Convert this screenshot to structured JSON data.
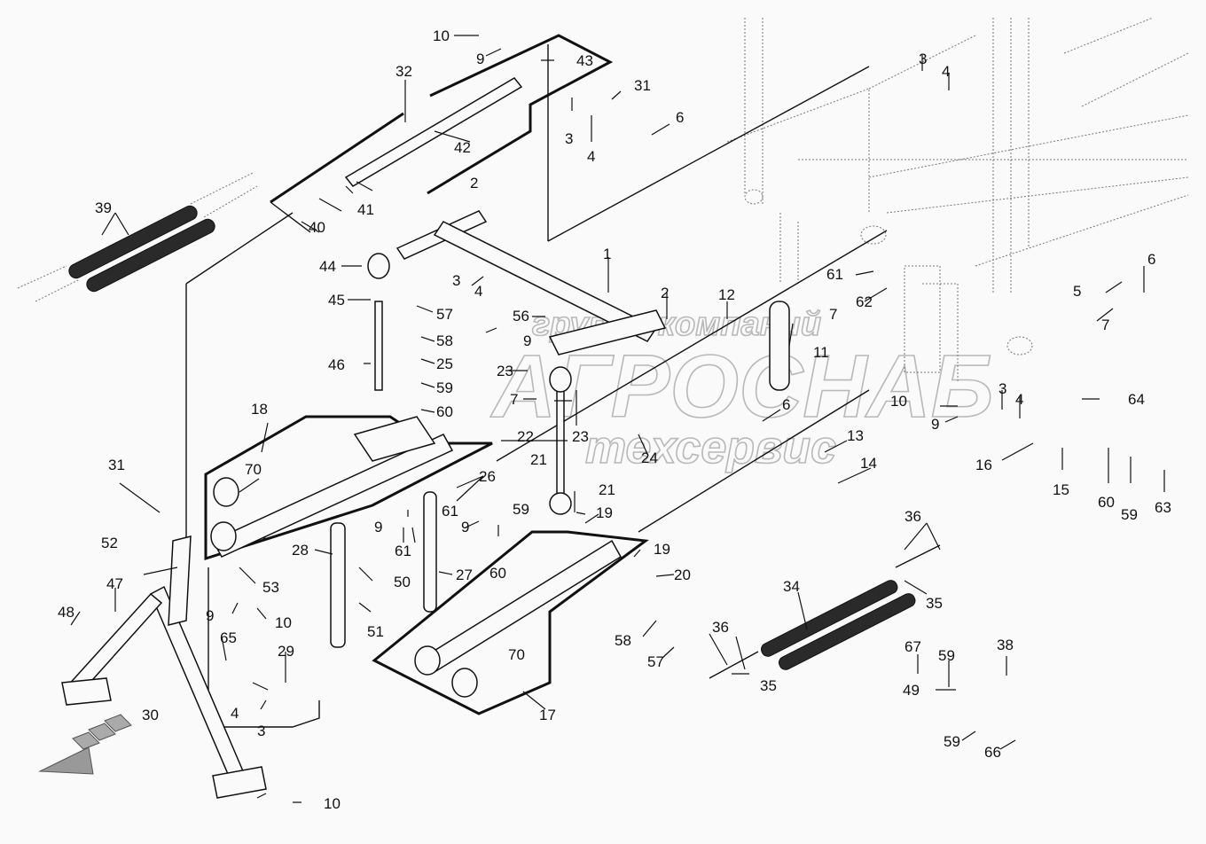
{
  "diagram": {
    "type": "exploded-parts-diagram",
    "subject": "Three-point hitch / lifting linkage assembly",
    "watermark": {
      "line1": "группа компаний",
      "line2": "АГРОСНАБ",
      "line3": "техсервис",
      "color": "#b8b8b8"
    },
    "direction_arrow": "travel-direction-arrow",
    "callouts": [
      {
        "id": "c1",
        "label": "1"
      },
      {
        "id": "c2a",
        "label": "2"
      },
      {
        "id": "c2b",
        "label": "2"
      },
      {
        "id": "c3a",
        "label": "3"
      },
      {
        "id": "c3b",
        "label": "3"
      },
      {
        "id": "c3c",
        "label": "3"
      },
      {
        "id": "c3d",
        "label": "3"
      },
      {
        "id": "c3e",
        "label": "3"
      },
      {
        "id": "c4a",
        "label": "4"
      },
      {
        "id": "c4b",
        "label": "4"
      },
      {
        "id": "c4c",
        "label": "4"
      },
      {
        "id": "c4d",
        "label": "4"
      },
      {
        "id": "c4e",
        "label": "4"
      },
      {
        "id": "c5",
        "label": "5"
      },
      {
        "id": "c6a",
        "label": "6"
      },
      {
        "id": "c6b",
        "label": "6"
      },
      {
        "id": "c6c",
        "label": "6"
      },
      {
        "id": "c7a",
        "label": "7"
      },
      {
        "id": "c7b",
        "label": "7"
      },
      {
        "id": "c7c",
        "label": "7"
      },
      {
        "id": "c9a",
        "label": "9"
      },
      {
        "id": "c9b",
        "label": "9"
      },
      {
        "id": "c9c",
        "label": "9"
      },
      {
        "id": "c9d",
        "label": "9"
      },
      {
        "id": "c9e",
        "label": "9"
      },
      {
        "id": "c9f",
        "label": "9"
      },
      {
        "id": "c10a",
        "label": "10"
      },
      {
        "id": "c10b",
        "label": "10"
      },
      {
        "id": "c10c",
        "label": "10"
      },
      {
        "id": "c10d",
        "label": "10"
      },
      {
        "id": "c11",
        "label": "11"
      },
      {
        "id": "c12",
        "label": "12"
      },
      {
        "id": "c13",
        "label": "13"
      },
      {
        "id": "c14",
        "label": "14"
      },
      {
        "id": "c15",
        "label": "15"
      },
      {
        "id": "c16",
        "label": "16"
      },
      {
        "id": "c17",
        "label": "17"
      },
      {
        "id": "c18",
        "label": "18"
      },
      {
        "id": "c19a",
        "label": "19"
      },
      {
        "id": "c19b",
        "label": "19"
      },
      {
        "id": "c20",
        "label": "20"
      },
      {
        "id": "c21a",
        "label": "21"
      },
      {
        "id": "c21b",
        "label": "21"
      },
      {
        "id": "c22",
        "label": "22"
      },
      {
        "id": "c23a",
        "label": "23"
      },
      {
        "id": "c23b",
        "label": "23"
      },
      {
        "id": "c24",
        "label": "24"
      },
      {
        "id": "c25",
        "label": "25"
      },
      {
        "id": "c26",
        "label": "26"
      },
      {
        "id": "c27",
        "label": "27"
      },
      {
        "id": "c28",
        "label": "28"
      },
      {
        "id": "c29",
        "label": "29"
      },
      {
        "id": "c30",
        "label": "30"
      },
      {
        "id": "c31a",
        "label": "31"
      },
      {
        "id": "c31b",
        "label": "31"
      },
      {
        "id": "c32",
        "label": "32"
      },
      {
        "id": "c34",
        "label": "34"
      },
      {
        "id": "c35a",
        "label": "35"
      },
      {
        "id": "c35b",
        "label": "35"
      },
      {
        "id": "c36a",
        "label": "36"
      },
      {
        "id": "c36b",
        "label": "36"
      },
      {
        "id": "c38",
        "label": "38"
      },
      {
        "id": "c39",
        "label": "39"
      },
      {
        "id": "c40",
        "label": "40"
      },
      {
        "id": "c41",
        "label": "41"
      },
      {
        "id": "c42",
        "label": "42"
      },
      {
        "id": "c43",
        "label": "43"
      },
      {
        "id": "c44",
        "label": "44"
      },
      {
        "id": "c45",
        "label": "45"
      },
      {
        "id": "c46",
        "label": "46"
      },
      {
        "id": "c47",
        "label": "47"
      },
      {
        "id": "c48",
        "label": "48"
      },
      {
        "id": "c49",
        "label": "49"
      },
      {
        "id": "c50",
        "label": "50"
      },
      {
        "id": "c51",
        "label": "51"
      },
      {
        "id": "c52",
        "label": "52"
      },
      {
        "id": "c53",
        "label": "53"
      },
      {
        "id": "c56",
        "label": "56"
      },
      {
        "id": "c57a",
        "label": "57"
      },
      {
        "id": "c57b",
        "label": "57"
      },
      {
        "id": "c58a",
        "label": "58"
      },
      {
        "id": "c58b",
        "label": "58"
      },
      {
        "id": "c59a",
        "label": "59"
      },
      {
        "id": "c59b",
        "label": "59"
      },
      {
        "id": "c59c",
        "label": "59"
      },
      {
        "id": "c59d",
        "label": "59"
      },
      {
        "id": "c59e",
        "label": "59"
      },
      {
        "id": "c60a",
        "label": "60"
      },
      {
        "id": "c60b",
        "label": "60"
      },
      {
        "id": "c60c",
        "label": "60"
      },
      {
        "id": "c61a",
        "label": "61"
      },
      {
        "id": "c61b",
        "label": "61"
      },
      {
        "id": "c61c",
        "label": "61"
      },
      {
        "id": "c62",
        "label": "62"
      },
      {
        "id": "c63",
        "label": "63"
      },
      {
        "id": "c64",
        "label": "64"
      },
      {
        "id": "c65",
        "label": "65"
      },
      {
        "id": "c66",
        "label": "66"
      },
      {
        "id": "c67",
        "label": "67"
      },
      {
        "id": "c70a",
        "label": "70"
      },
      {
        "id": "c70b",
        "label": "70"
      }
    ]
  }
}
